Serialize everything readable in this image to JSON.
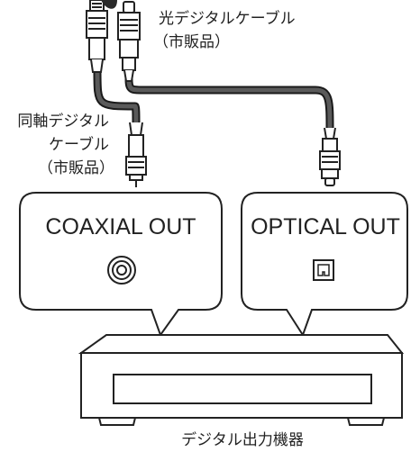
{
  "labels": {
    "optical_cable_line1": "光デジタルケーブル",
    "optical_cable_line2": "（市販品）",
    "coaxial_cable_line1": "同軸デジタル",
    "coaxial_cable_line2": "ケーブル",
    "coaxial_cable_line3": "（市販品）",
    "device": "デジタル出力機器"
  },
  "ports": {
    "coaxial": "COAXIAL OUT",
    "optical": "OPTICAL OUT"
  },
  "colors": {
    "cable": "#555555",
    "cable_outline": "#1a1a1a",
    "line": "#222222",
    "fill": "#ffffff"
  }
}
